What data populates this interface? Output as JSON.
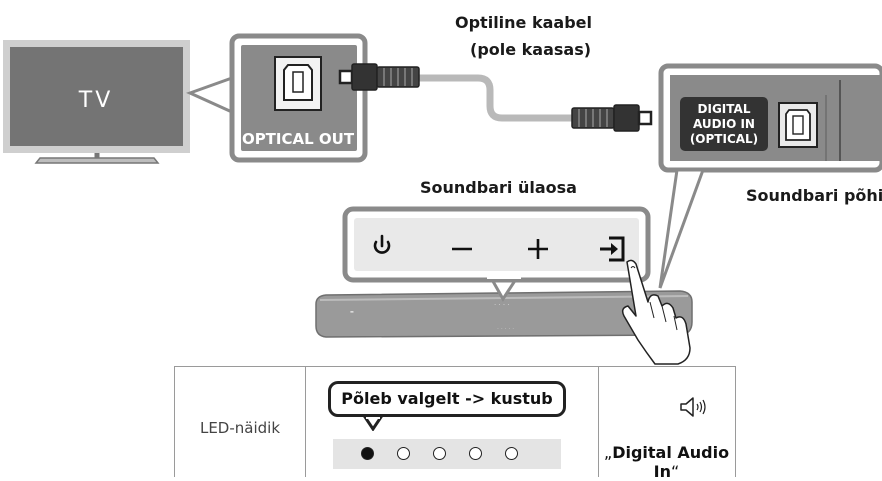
{
  "tv": {
    "label": "TV"
  },
  "optical_out": {
    "label": "OPTICAL OUT"
  },
  "cable": {
    "line1": "Optiline kaabel",
    "line2": "(pole kaasas)"
  },
  "digital_audio_in": {
    "line1": "DIGITAL",
    "line2": "AUDIO IN",
    "line3": "(OPTICAL)"
  },
  "soundbar": {
    "top_label": "Soundbari ülaosa",
    "bottom_label": "Soundbari põhi"
  },
  "buttons": [
    {
      "name": "power",
      "icon": "power-icon"
    },
    {
      "name": "volume-down",
      "icon": "minus-icon"
    },
    {
      "name": "volume-up",
      "icon": "plus-icon"
    },
    {
      "name": "source",
      "icon": "source-input-icon"
    }
  ],
  "led_table": {
    "label": "LED-näidik",
    "status": "Põleb valgelt -> kustub",
    "leds": [
      true,
      false,
      false,
      false,
      false
    ],
    "audio_open_quote": "„",
    "audio_text": "Digital Audio In",
    "audio_close_quote": "“"
  },
  "colors": {
    "tv_screen": "#747474",
    "panel": "#8a8a8a",
    "soundbar": "#9a9a9a",
    "outline": "#222222"
  }
}
